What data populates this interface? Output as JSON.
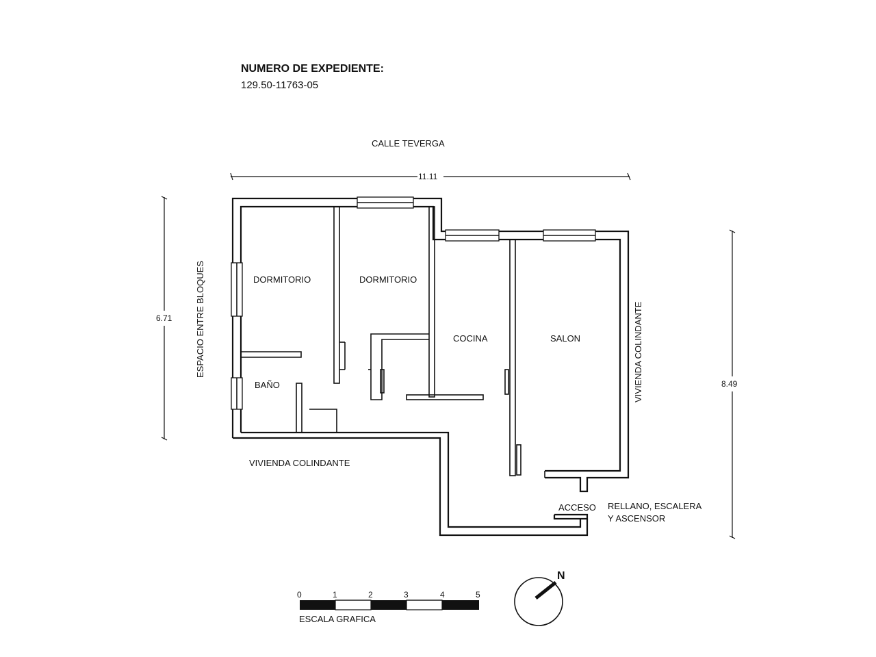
{
  "header": {
    "title": "NUMERO DE EXPEDIENTE:",
    "number": "129.50-11763-05"
  },
  "street": "CALLE TEVERGA",
  "dimensions": {
    "width_top": "11.11",
    "height_left": "6.71",
    "height_right": "8.49"
  },
  "rooms": {
    "bedroom_1": "DORMITORIO",
    "bedroom_2": "DORMITORIO",
    "bathroom": "BAÑO",
    "kitchen": "COCINA",
    "living": "SALON"
  },
  "surroundings": {
    "left": "ESPACIO ENTRE BLOQUES",
    "right": "VIVIENDA COLINDANTE",
    "bottom": "VIVIENDA COLINDANTE",
    "access": "ACCESO",
    "landing_line1": "RELLANO, ESCALERA",
    "landing_line2": "Y ASCENSOR"
  },
  "scale": {
    "label": "ESCALA GRAFICA",
    "ticks": [
      "0",
      "1",
      "2",
      "3",
      "4",
      "5"
    ]
  },
  "compass": {
    "north": "N"
  }
}
